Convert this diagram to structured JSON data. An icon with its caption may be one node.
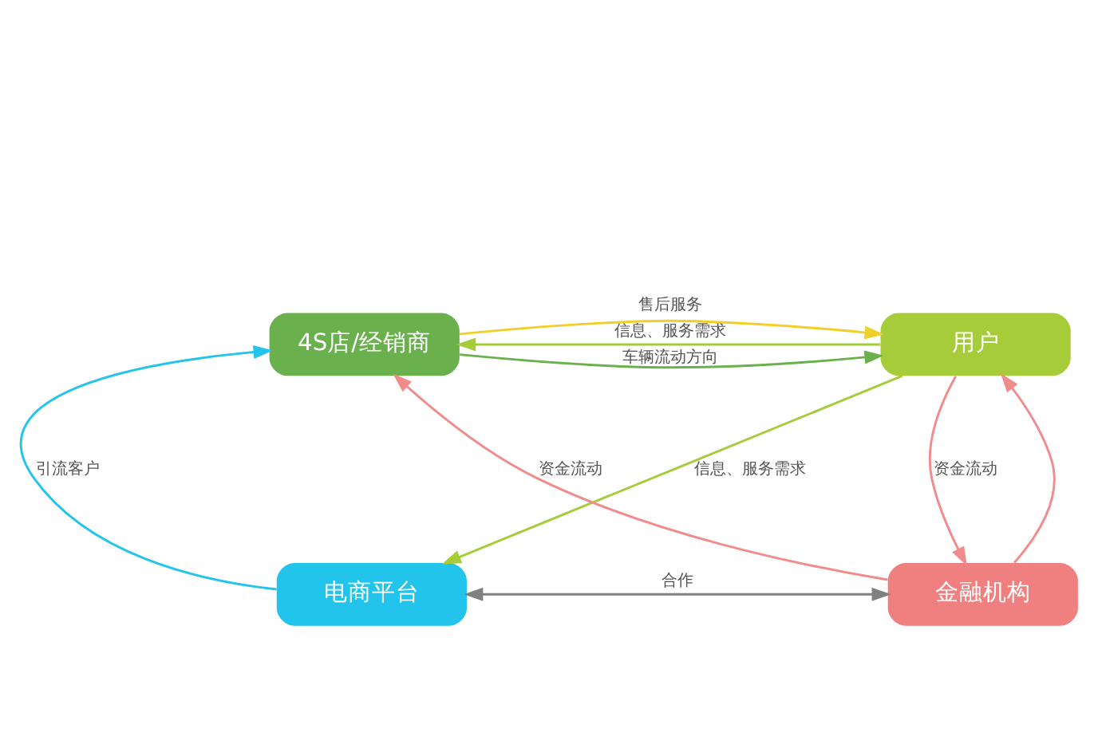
{
  "diagram": {
    "nodes": [
      {
        "text": [
          "用户"
        ]
      },
      {
        "text": [
          "4S店/经销商"
        ]
      },
      {
        "text": [
          "电商平台"
        ]
      },
      {
        "text": [
          "金融机构"
        ]
      }
    ],
    "edges": [
      {
        "from": 1,
        "to": 0,
        "arrow": "to",
        "label": "售后服务",
        "color": "#f0d028"
      },
      {
        "from": 0,
        "to": 1,
        "arrow": "to",
        "label": "信息、服务需求",
        "color": "#a6cc3a"
      },
      {
        "from": 1,
        "to": 0,
        "arrow": "to",
        "label": "车辆流动方向",
        "color": "#6ab04c"
      },
      {
        "from": 0,
        "to": 2,
        "arrow": "to",
        "label": "信息、服务需求",
        "color": "#a6cc3a"
      },
      {
        "from": 2,
        "to": 1,
        "arrow": "to",
        "label": "引流客户",
        "color": "#22c4ec"
      },
      {
        "from": 2,
        "to": 3,
        "arrow": "both",
        "label": "合作",
        "color": "#808080"
      },
      {
        "from": 3,
        "to": 1,
        "arrow": "to",
        "label": "资金流动",
        "color": "#f08c8c"
      },
      {
        "from": 3,
        "to": 0,
        "arrow": "to",
        "color": "#f08c8c"
      },
      {
        "from": 0,
        "to": 3,
        "arrow": "to",
        "label": "资金流动",
        "color": "#f08c8c"
      }
    ]
  }
}
